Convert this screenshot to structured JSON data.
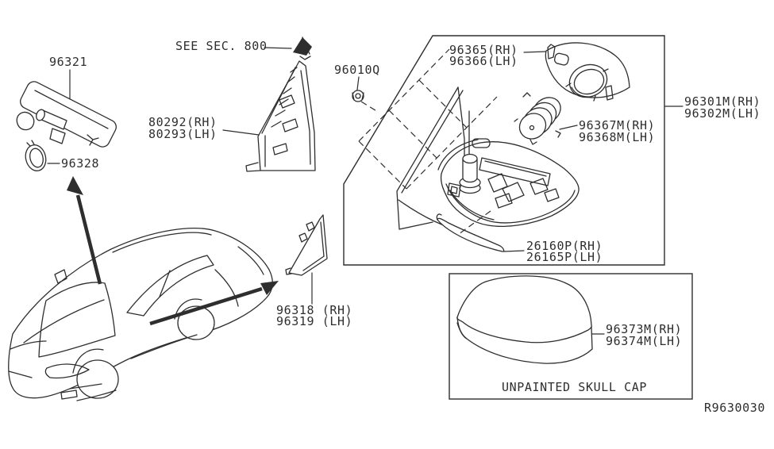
{
  "diagram": {
    "note": "SEE SEC. 800",
    "drawing_number": "R9630030",
    "caption": "UNPAINTED SKULL CAP",
    "labels": {
      "inside_mirror": [
        "96321"
      ],
      "inside_mirror_cover": [
        "96328"
      ],
      "pillar_finisher": [
        "80292(RH)",
        "80293(LH)"
      ],
      "screw": [
        "96010Q"
      ],
      "mirror_body_cover": [
        "96365(RH)",
        "96366(LH)"
      ],
      "door_mirror_assembly": [
        "96301M(RH)",
        "96302M(LH)"
      ],
      "mirror_actuator": [
        "96367M(RH)",
        "96368M(LH)"
      ],
      "mirror_gasket": [
        "26160P(RH)",
        "26165P(LH)"
      ],
      "corner_cover": [
        "96318 (RH)",
        "96319 (LH)"
      ],
      "skull_cap": [
        "96373M(RH)",
        "96374M(LH)"
      ]
    },
    "colors": {
      "line": "#2e2e2e",
      "background": "#ffffff"
    }
  }
}
